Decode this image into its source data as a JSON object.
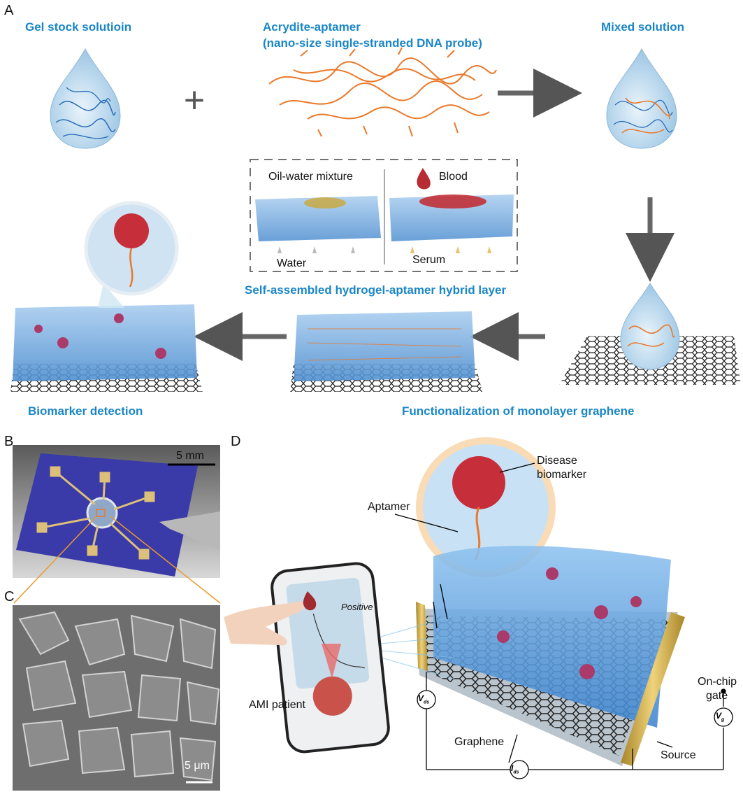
{
  "panels": {
    "a": "A",
    "b": "B",
    "c": "C",
    "d": "D"
  },
  "panel_a": {
    "gel_stock": "Gel stock solutioin",
    "aptamer_line1": "Acrydite-aptamer",
    "aptamer_line2": "(nano-size single-stranded DNA probe)",
    "mixed": "Mixed solution",
    "plus": "+",
    "oil_water": "Oil-water mixture",
    "blood": "Blood",
    "water": "Water",
    "serum": "Serum",
    "hybrid_layer": "Self-assembled hydrogel-aptamer hybrid layer",
    "biomarker_detection": "Biomarker detection",
    "functionalization": "Functionalization of monolayer graphene"
  },
  "panel_b": {
    "scale": "5 mm"
  },
  "panel_c": {
    "scale": "5 μm"
  },
  "panel_d": {
    "disease1": "Disease",
    "disease2": "biomarker",
    "aptamer": "Aptamer",
    "positive": "Positive",
    "ami": "AMI patient",
    "graphene": "Graphene",
    "source": "Source",
    "onchip1": "On-chip",
    "onchip2": "gate",
    "vds": "V",
    "vds_sub": "ds",
    "vg": "V",
    "vg_sub": "g",
    "ids": "I",
    "ids_sub": "ds"
  },
  "colors": {
    "title_blue": "#1a86c7",
    "gel_blue": "#5b9bd8",
    "aptamer_orange": "#e9792b",
    "chip_blue": "#3a3aa8",
    "gold": "#d4b44a"
  }
}
